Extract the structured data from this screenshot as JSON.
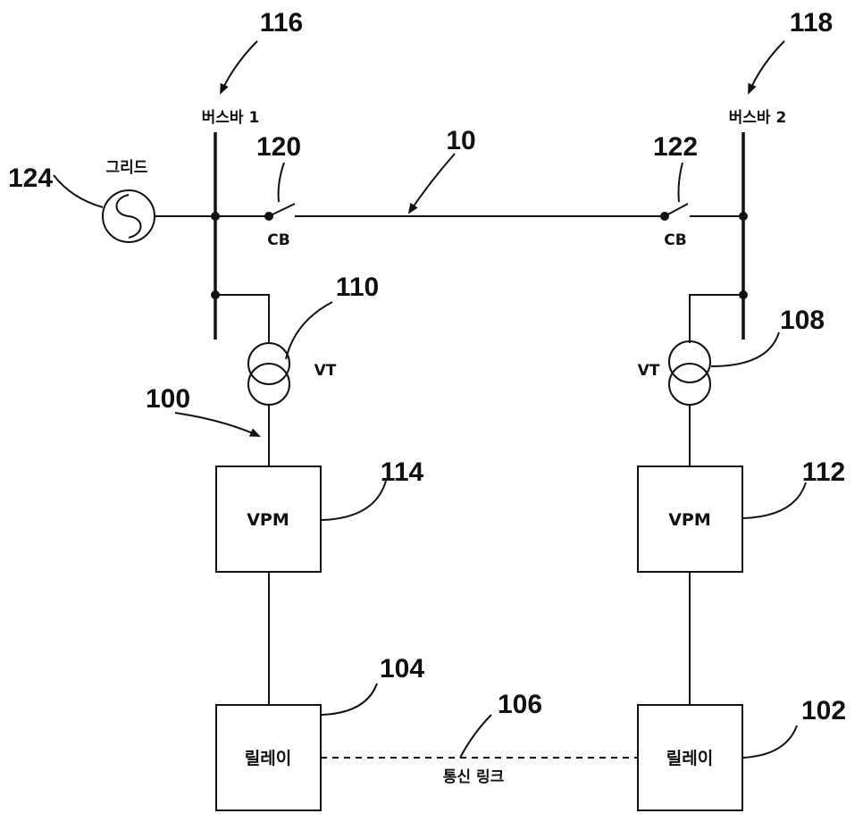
{
  "labels": {
    "busbar1": "버스바 1",
    "busbar2": "버스바 2",
    "grid": "그리드",
    "cb_left": "CB",
    "cb_right": "CB",
    "vt_left": "VT",
    "vt_right": "VT",
    "vpm_left": "VPM",
    "vpm_right": "VPM",
    "relay_left": "릴레이",
    "relay_right": "릴레이",
    "comm_link": "통신 링크"
  },
  "refs": {
    "r116": "116",
    "r118": "118",
    "r120": "120",
    "r10": "10",
    "r122": "122",
    "r124": "124",
    "r110": "110",
    "r108": "108",
    "r100": "100",
    "r114": "114",
    "r112": "112",
    "r104": "104",
    "r106": "106",
    "r102": "102"
  }
}
